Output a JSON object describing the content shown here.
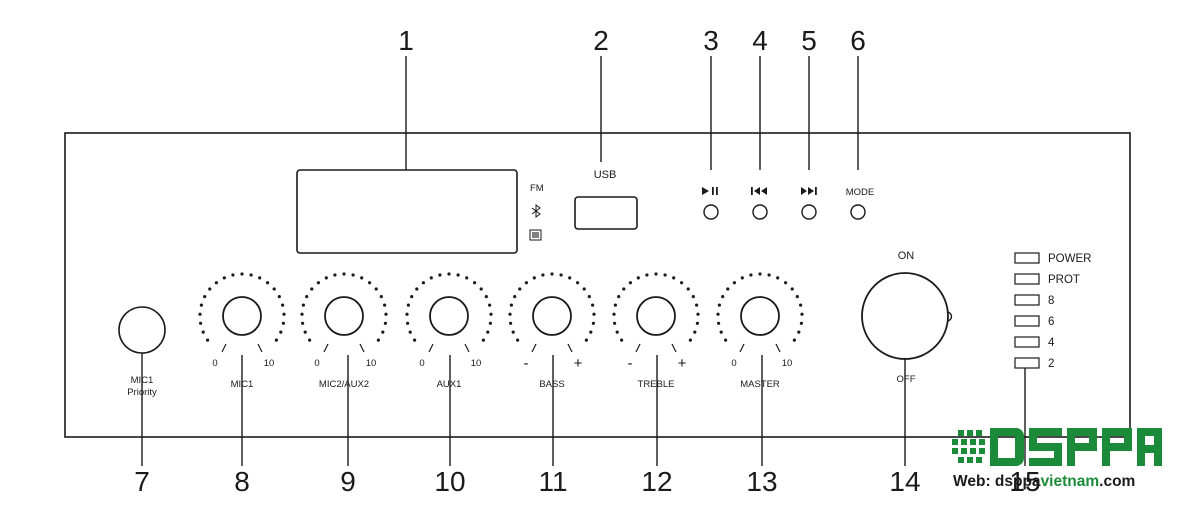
{
  "callouts": [
    "1",
    "2",
    "3",
    "4",
    "5",
    "6",
    "7",
    "8",
    "9",
    "10",
    "11",
    "12",
    "13",
    "14",
    "15"
  ],
  "display": {
    "indicators": [
      "FM"
    ],
    "bluetooth_icon": "bluetooth-icon",
    "sd_icon": "sd-card-icon"
  },
  "usb": {
    "label": "USB"
  },
  "buttons": [
    {
      "label": "",
      "icon": "play-pause-icon",
      "glyph": "▶॥"
    },
    {
      "label": "",
      "icon": "previous-icon",
      "glyph": "I◀◀"
    },
    {
      "label": "",
      "icon": "next-icon",
      "glyph": "▶▶I"
    },
    {
      "label": "MODE",
      "icon": ""
    }
  ],
  "mic1_priority": {
    "label_line1": "MIC1",
    "label_line2": "Priority"
  },
  "knobs": [
    {
      "label": "MIC1",
      "min": "0",
      "max": "10"
    },
    {
      "label": "MIC2/AUX2",
      "min": "0",
      "max": "10"
    },
    {
      "label": "AUX1",
      "min": "0",
      "max": "10"
    },
    {
      "label": "BASS",
      "min": "-",
      "max": "+"
    },
    {
      "label": "TREBLE",
      "min": "-",
      "max": "+"
    },
    {
      "label": "MASTER",
      "min": "0",
      "max": "10"
    }
  ],
  "power_switch": {
    "on": "ON",
    "off": "OFF"
  },
  "leds": [
    "POWER",
    "PROT",
    "8",
    "6",
    "4",
    "2"
  ],
  "logo": {
    "brand": "DSPPA",
    "web_prefix": "Web: dsppa",
    "web_highlight": "vietnam",
    "web_suffix": ".com",
    "colors": {
      "brand": "#1b8b3a"
    }
  }
}
